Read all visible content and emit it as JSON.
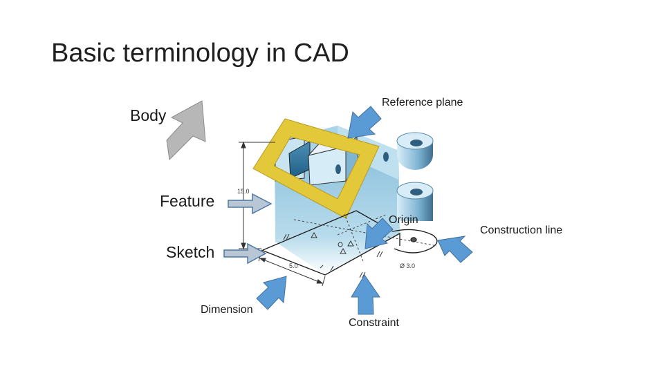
{
  "slide": {
    "title": "Basic terminology in CAD"
  },
  "labels": {
    "body": "Body",
    "reference_plane": "Reference plane",
    "feature": "Feature",
    "origin": "Origin",
    "construction_line": "Construction line",
    "sketch": "Sketch",
    "dimension": "Dimension",
    "constraint": "Constraint"
  },
  "drawing": {
    "height_dimension": "15.0",
    "width_dimension": "5.0",
    "diameter_dimension": "Ø 3.0"
  },
  "colors": {
    "arrow_blue": "#5b9bd5",
    "arrow_gray": "#b7b7b7",
    "plane_yellow": "#e3c93a",
    "body_blue": "#8fc4de"
  }
}
